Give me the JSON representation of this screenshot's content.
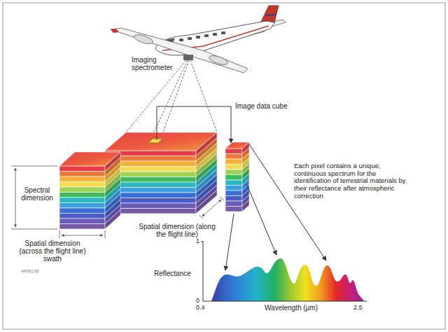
{
  "diagram": {
    "labels": [
      "Imaging spectrometer",
      "Image data cube",
      "Each pixel contains a unique, continuous spectrum for the identification of terrestrial materials by their reflectance after atmospheric correction",
      "Spectral dimension",
      "Spatial dimension (across the flight line) swath",
      "Spatial dimension (along the flight line)",
      "Reflectance",
      "1",
      "0",
      "0.4",
      "Wavelength (μm)",
      "2.5",
      "MH051-85"
    ]
  }
}
